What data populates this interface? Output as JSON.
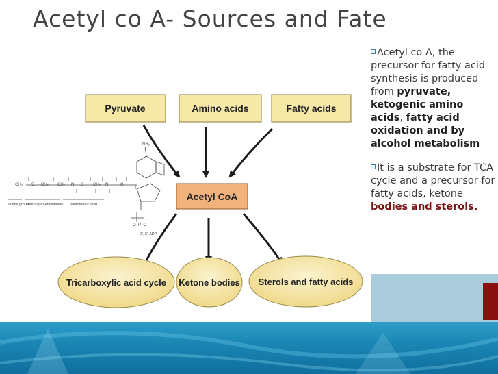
{
  "title": "Acetyl co A- Sources and Fate",
  "diagram": {
    "sources": [
      "Pyruvate",
      "Amino acids",
      "Fatty acids"
    ],
    "center": "Acetyl CoA",
    "fates": [
      "Tricarboxylic acid cycle",
      "Ketone bodies",
      "Sterols and fatty acids"
    ],
    "structure": {
      "labels": [
        "acetyl group",
        "β-mercapto-ethylamine",
        "pantothenic acid"
      ],
      "bottom": "3', 5'-ADP"
    }
  },
  "bullets": {
    "b1_intro": "Acetyl co A, the precursor for fatty acid synthesis is produced from",
    "b1_bold1": "pyruvate, ketogenic amino acids",
    "b1_comma": ",",
    "b1_bold2": "fatty acid oxidation and by alcohol metabolism",
    "b2_text": "It is a  substrate for TCA cycle and a precursor for fatty acids, ketone",
    "b2_red": "bodies and sterols."
  },
  "colors": {
    "box_yellow": "#f6e9a7",
    "box_orange": "#f1b37b",
    "band": "#1b86b4",
    "accent_red": "#8a0f0f"
  }
}
